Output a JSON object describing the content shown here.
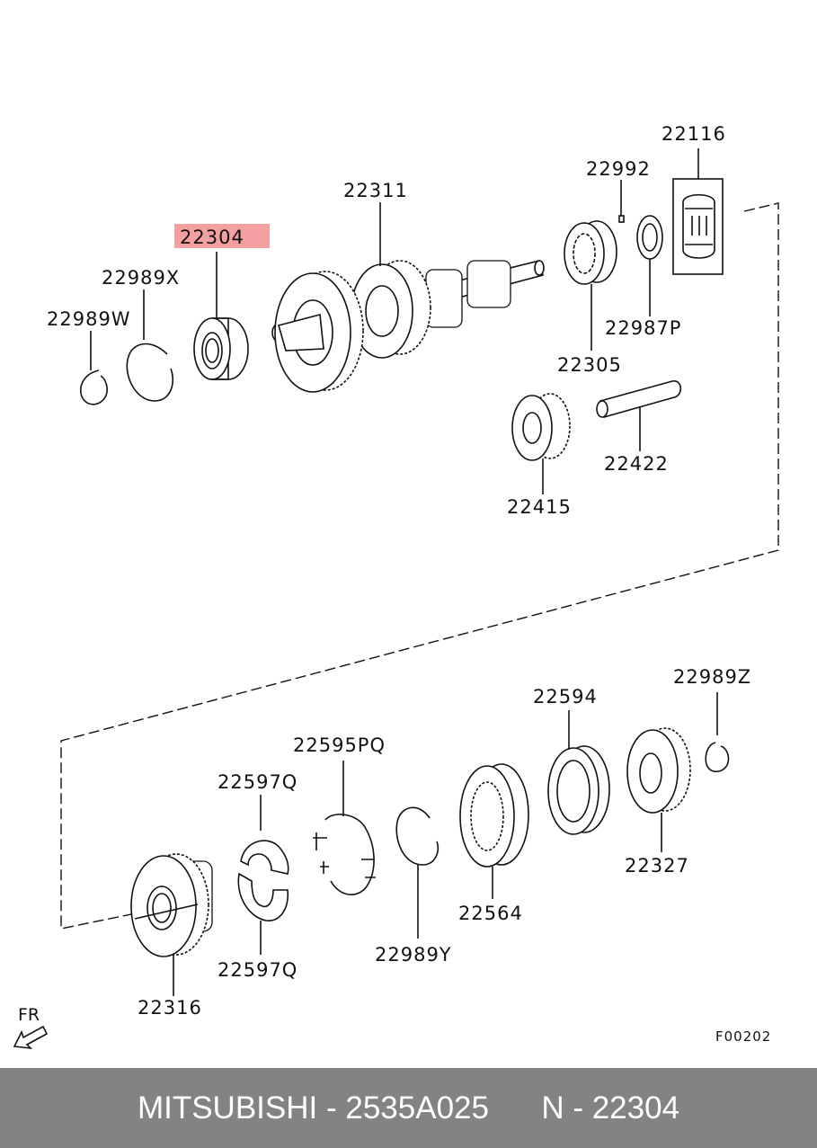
{
  "highlight_color": "#f4a0a0",
  "labels": {
    "p22116": "22116",
    "p22992": "22992",
    "p22311": "22311",
    "p22304": "22304",
    "p22989x": "22989X",
    "p22989w": "22989W",
    "p22987p": "22987P",
    "p22305": "22305",
    "p22422": "22422",
    "p22415": "22415",
    "p22594": "22594",
    "p22989z": "22989Z",
    "p22595pq": "22595PQ",
    "p22597q_top": "22597Q",
    "p22597q_bottom": "22597Q",
    "p22327": "22327",
    "p22564": "22564",
    "p22989y": "22989Y",
    "p22316": "22316"
  },
  "fr_label": "FR",
  "figure_code": "F00202",
  "footer": {
    "brand": "MITSUBISHI",
    "part_number": "2535A025",
    "ref": "N - 22304"
  }
}
